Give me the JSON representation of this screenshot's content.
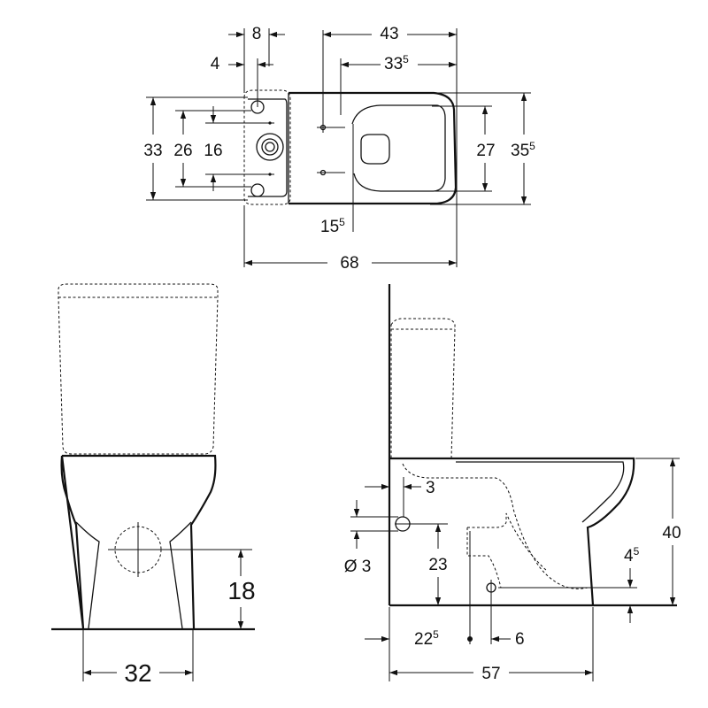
{
  "top_view": {
    "d_8": "8",
    "d_4": "4",
    "d_43": "43",
    "d_33_5_base": "33",
    "d_33_5_sup": "5",
    "d_33": "33",
    "d_26": "26",
    "d_16": "16",
    "d_27": "27",
    "d_35_5_base": "35",
    "d_35_5_sup": "5",
    "d_15_5_base": "15",
    "d_15_5_sup": "5",
    "d_68": "68"
  },
  "front_view": {
    "d_18": "18",
    "d_32": "32"
  },
  "side_view": {
    "d_3": "3",
    "d_dia3": "Ø 3",
    "d_23": "23",
    "d_40": "40",
    "d_4_5_base": "4",
    "d_4_5_sup": "5",
    "d_22_5_base": "22",
    "d_22_5_sup": "5",
    "d_6": "6",
    "d_57": "57"
  }
}
